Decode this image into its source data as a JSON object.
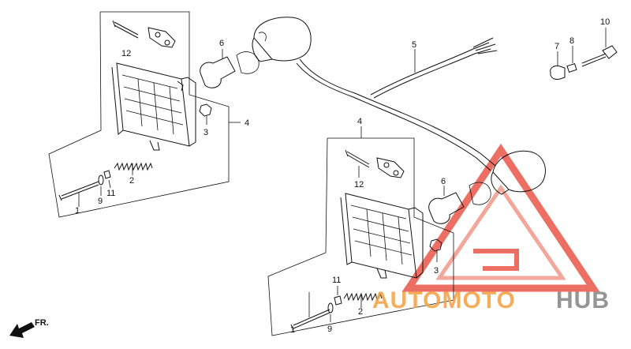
{
  "callouts": [
    {
      "id": "c1a",
      "text": "1"
    },
    {
      "id": "c1b",
      "text": "1"
    },
    {
      "id": "c2a",
      "text": "2"
    },
    {
      "id": "c2b",
      "text": "2"
    },
    {
      "id": "c3a",
      "text": "3"
    },
    {
      "id": "c3b",
      "text": "3"
    },
    {
      "id": "c4a",
      "text": "4"
    },
    {
      "id": "c4b",
      "text": "4"
    },
    {
      "id": "c5",
      "text": "5"
    },
    {
      "id": "c6a",
      "text": "6"
    },
    {
      "id": "c6b",
      "text": "6"
    },
    {
      "id": "c7",
      "text": "7"
    },
    {
      "id": "c8",
      "text": "8"
    },
    {
      "id": "c9a",
      "text": "9"
    },
    {
      "id": "c9b",
      "text": "9"
    },
    {
      "id": "c10",
      "text": "10"
    },
    {
      "id": "c11a",
      "text": "11"
    },
    {
      "id": "c11b",
      "text": "11"
    },
    {
      "id": "c12a",
      "text": "12"
    },
    {
      "id": "c12b",
      "text": "12"
    }
  ],
  "direction_marker": "FR.",
  "watermark": {
    "part1": "AUTOMOTO",
    "part2": "HUB",
    "color_primary": "#f3a64a",
    "color_secondary": "#8a8a8a",
    "triangle_color": "#e8402f"
  }
}
